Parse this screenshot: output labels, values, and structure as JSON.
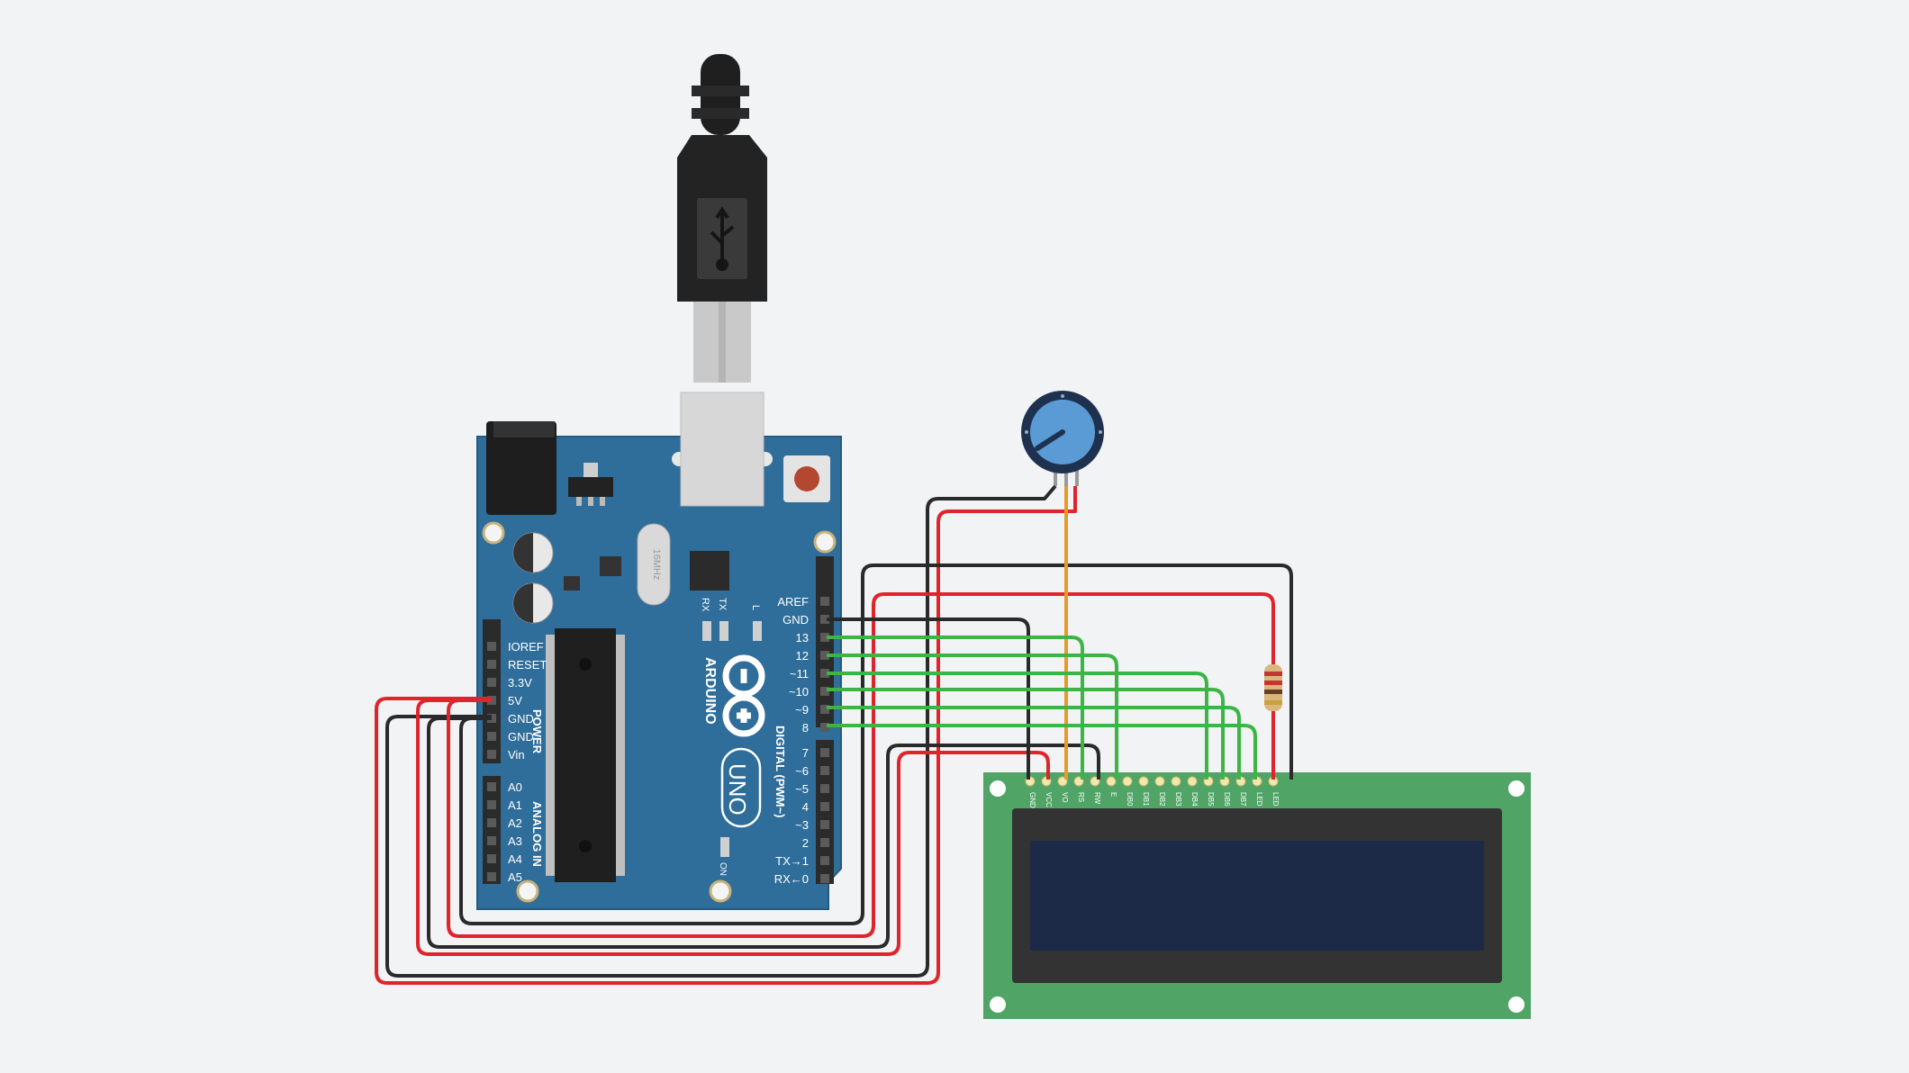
{
  "colors": {
    "background": "#f1f3f5",
    "board": "#2f6d9a",
    "board_edge": "#255a80",
    "header": "#2b2b2b",
    "wire_red": "#e0242b",
    "wire_black": "#2a2a2a",
    "wire_green": "#3cb544",
    "wire_orange": "#e69a28",
    "lcd_pcb": "#4fa466",
    "lcd_frame": "#333333",
    "lcd_screen": "#1c2a48",
    "pot_knob": "#5b9bd5"
  },
  "arduino": {
    "brand": "ARDUINO",
    "model": "UNO",
    "crystal": "16MHz",
    "power_header_label": "POWER",
    "analog_header_label": "ANALOG IN",
    "digital_header_label": "DIGITAL (PWM~)",
    "power_pins": [
      "IOREF",
      "RESET",
      "3.3V",
      "5V",
      "GND",
      "GND",
      "Vin"
    ],
    "analog_pins": [
      "A0",
      "A1",
      "A2",
      "A3",
      "A4",
      "A5"
    ],
    "digital_top_pins": [
      "AREF",
      "GND",
      "13",
      "12",
      "~11",
      "~10",
      "~9",
      "8"
    ],
    "digital_bottom_pins": [
      "7",
      "~6",
      "~5",
      "4",
      "~3",
      "2",
      "TX→1",
      "RX←0"
    ],
    "led_labels": [
      "RX",
      "TX",
      "L"
    ],
    "on_label": "ON"
  },
  "lcd": {
    "pins": [
      "GND",
      "VCC",
      "VO",
      "RS",
      "RW",
      "E",
      "DB0",
      "DB1",
      "DB2",
      "DB3",
      "DB4",
      "DB5",
      "DB6",
      "DB7",
      "LED",
      "LED"
    ]
  },
  "icons": {
    "usb": "usb-icon",
    "infinity_logo": "arduino-infinity-logo"
  }
}
